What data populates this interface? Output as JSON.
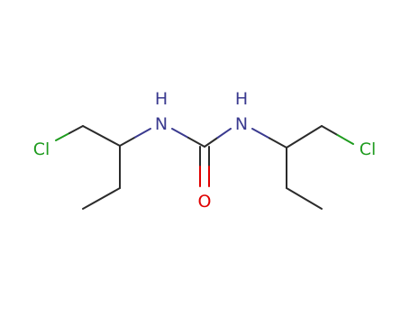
{
  "molecule": {
    "atoms": {
      "cl_left": "Cl",
      "nh_left": "H",
      "n_left": "N",
      "nh_right": "H",
      "n_right": "N",
      "oxygen": "O",
      "cl_right": "Cl"
    },
    "colors": {
      "bond": "#2b2b2b",
      "chlorine": "#1e9b1e",
      "nitrogen": "#3a3a8f",
      "oxygen": "#e00000",
      "background": "#ffffff"
    }
  }
}
